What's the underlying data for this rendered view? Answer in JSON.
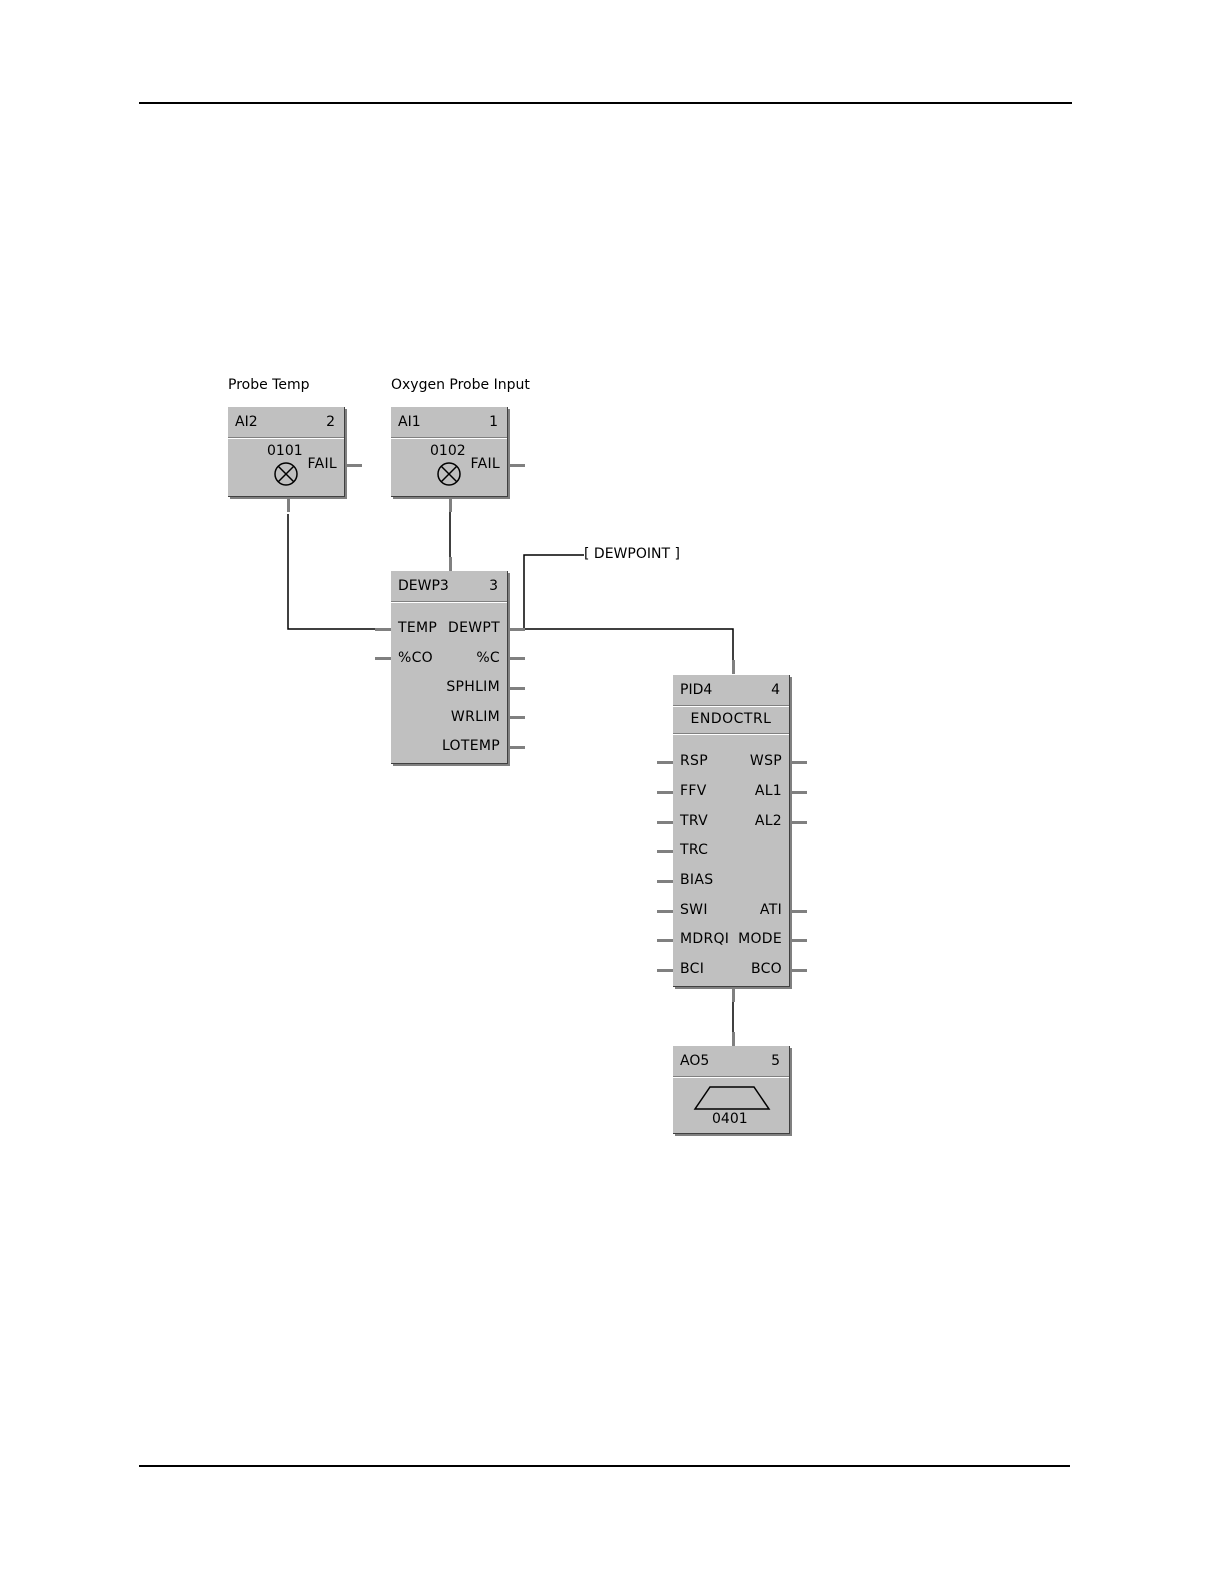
{
  "labels": {
    "probe_temp": "Probe Temp",
    "oxygen_probe_input": "Oxygen Probe Input",
    "dewpoint_tag": "[ DEWPOINT ]"
  },
  "blocks": {
    "ai2": {
      "name": "AI2",
      "number": "2",
      "address": "0101",
      "output": "FAIL"
    },
    "ai1": {
      "name": "AI1",
      "number": "1",
      "address": "0102",
      "output": "FAIL"
    },
    "dewp3": {
      "name": "DEWP3",
      "number": "3",
      "inputs": [
        "TEMP",
        "%CO"
      ],
      "outputs": [
        "DEWPT",
        "%C",
        "SPHLIM",
        "WRLIM",
        "LOTEMP"
      ]
    },
    "pid4": {
      "name": "PID4",
      "number": "4",
      "tag": "ENDOCTRL",
      "inputs": [
        "RSP",
        "FFV",
        "TRV",
        "TRC",
        "BIAS",
        "SWI",
        "MDRQI",
        "BCI"
      ],
      "outputs": [
        "WSP",
        "AL1",
        "AL2",
        "ATI",
        "MODE",
        "BCO"
      ]
    },
    "ao5": {
      "name": "AO5",
      "number": "5",
      "address": "0401"
    }
  },
  "colors": {
    "block_face": "#c0c0c0",
    "pin_stub": "#808080",
    "wire": "#000000"
  }
}
